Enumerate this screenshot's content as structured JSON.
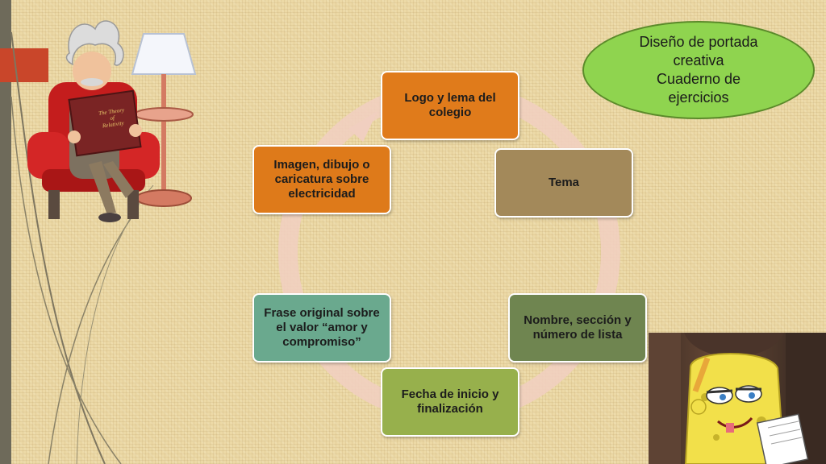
{
  "title": {
    "lines": [
      "Diseño de portada",
      "creativa",
      "Cuaderno de",
      "ejercicios"
    ],
    "fill_color": "#8fd44f"
  },
  "cycle": {
    "nodes": [
      {
        "label": "Logo y lema del colegio",
        "color": "#e07b1b"
      },
      {
        "label": "Tema",
        "color": "#a3895a"
      },
      {
        "label": "Nombre, sección y número de lista",
        "color": "#6f8550"
      },
      {
        "label": "Fecha de inicio y finalización",
        "color": "#97b04c"
      },
      {
        "label": "Frase original sobre el valor “amor y compromiso”",
        "color": "#6aa98e"
      },
      {
        "label": "Imagen, dibujo o caricatura sobre electricidad",
        "color": "#de7a1a"
      }
    ],
    "ring_color": "#f1cfc0"
  },
  "images": {
    "left_illustration": "einstein-reading-cartoon",
    "right_illustration": "spongebob-writing-cartoon"
  },
  "book_cover_text": [
    "The Theory",
    "of",
    "Relativity"
  ]
}
